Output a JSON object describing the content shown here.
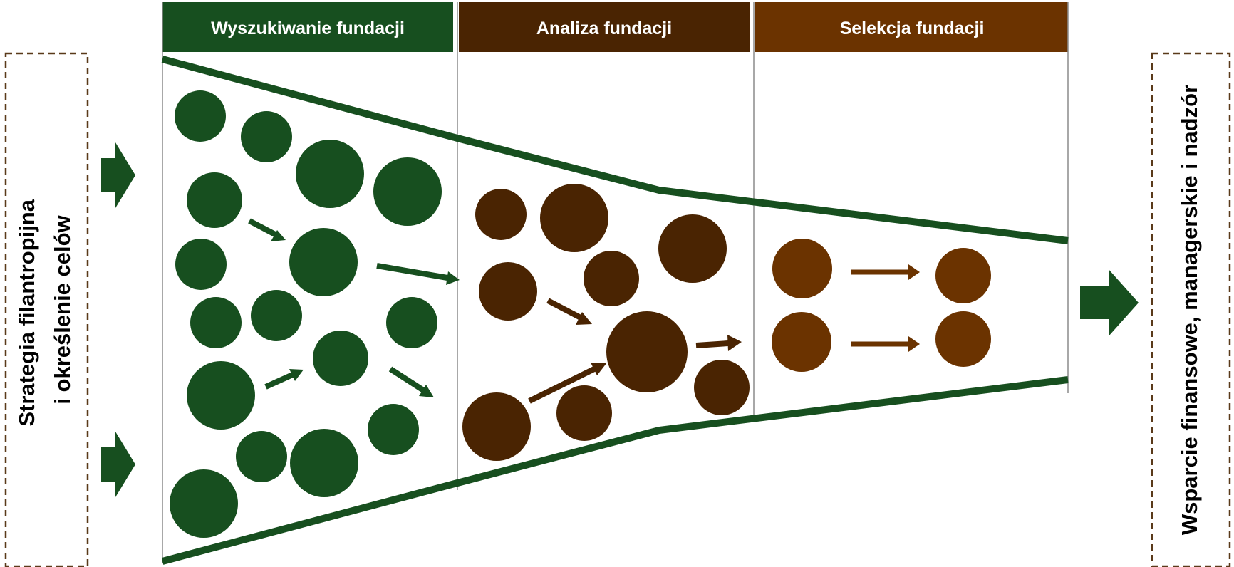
{
  "stages": [
    {
      "label": "Wyszukiwanie fundacji",
      "color": "#174f1f"
    },
    {
      "label": "Analiza fundacji",
      "color": "#4a2402"
    },
    {
      "label": "Selekcja fundacji",
      "color": "#6b3300"
    }
  ],
  "left_box": {
    "line1": "Strategia filantropijna",
    "line2": "i określenie celów"
  },
  "right_box": {
    "line1": "Wsparcie finansowe, managerskie i nadzór"
  },
  "colors": {
    "funnel_line": "#174f1f",
    "green_circle": "#174f1f",
    "dark_brown_circle": "#4a2402",
    "brown_circle": "#6b3300",
    "dashed_border": "#5a3a1a",
    "divider": "#8c8c8c"
  },
  "icons": {
    "input_arrow": "block-arrow-right-icon",
    "output_arrow": "block-arrow-right-icon",
    "flow_arrow": "line-arrow-icon"
  }
}
